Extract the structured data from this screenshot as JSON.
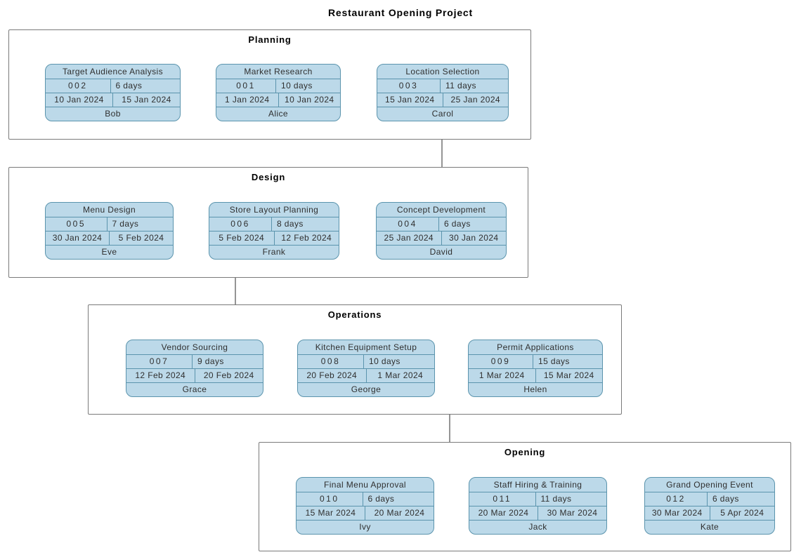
{
  "title": "Restaurant Opening Project",
  "groups": [
    {
      "name": "Planning",
      "tasks": [
        {
          "name": "Target Audience Analysis",
          "id": "002",
          "duration": "6 days",
          "start": "10 Jan 2024",
          "end": "15 Jan 2024",
          "assignee": "Bob"
        },
        {
          "name": "Market Research",
          "id": "001",
          "duration": "10 days",
          "start": "1 Jan 2024",
          "end": "10 Jan 2024",
          "assignee": "Alice"
        },
        {
          "name": "Location Selection",
          "id": "003",
          "duration": "11 days",
          "start": "15 Jan 2024",
          "end": "25 Jan 2024",
          "assignee": "Carol"
        }
      ]
    },
    {
      "name": "Design",
      "tasks": [
        {
          "name": "Menu Design",
          "id": "005",
          "duration": "7 days",
          "start": "30 Jan 2024",
          "end": "5 Feb 2024",
          "assignee": "Eve"
        },
        {
          "name": "Store Layout Planning",
          "id": "006",
          "duration": "8 days",
          "start": "5 Feb 2024",
          "end": "12 Feb 2024",
          "assignee": "Frank"
        },
        {
          "name": "Concept Development",
          "id": "004",
          "duration": "6 days",
          "start": "25 Jan 2024",
          "end": "30 Jan 2024",
          "assignee": "David"
        }
      ]
    },
    {
      "name": "Operations",
      "tasks": [
        {
          "name": "Vendor Sourcing",
          "id": "007",
          "duration": "9 days",
          "start": "12 Feb 2024",
          "end": "20 Feb 2024",
          "assignee": "Grace"
        },
        {
          "name": "Kitchen Equipment Setup",
          "id": "008",
          "duration": "10 days",
          "start": "20 Feb 2024",
          "end": "1 Mar 2024",
          "assignee": "George"
        },
        {
          "name": "Permit Applications",
          "id": "009",
          "duration": "15 days",
          "start": "1 Mar 2024",
          "end": "15 Mar 2024",
          "assignee": "Helen"
        }
      ]
    },
    {
      "name": "Opening",
      "tasks": [
        {
          "name": "Final Menu Approval",
          "id": "010",
          "duration": "6 days",
          "start": "15 Mar 2024",
          "end": "20 Mar 2024",
          "assignee": "Ivy"
        },
        {
          "name": "Staff Hiring & Training",
          "id": "011",
          "duration": "11 days",
          "start": "20 Mar 2024",
          "end": "30 Mar 2024",
          "assignee": "Jack"
        },
        {
          "name": "Grand Opening Event",
          "id": "012",
          "duration": "6 days",
          "start": "30 Mar 2024",
          "end": "5 Apr 2024",
          "assignee": "Kate"
        }
      ]
    }
  ],
  "edges": [
    {
      "from": "Location Selection",
      "to": "Concept Development"
    },
    {
      "from": "Menu Design",
      "to": "Store Layout Planning"
    },
    {
      "from": "Store Layout Planning",
      "to": "Vendor Sourcing"
    },
    {
      "from": "Vendor Sourcing",
      "to": "Kitchen Equipment Setup"
    },
    {
      "from": "Kitchen Equipment Setup",
      "to": "Permit Applications"
    },
    {
      "from": "Permit Applications",
      "to": "Final Menu Approval"
    },
    {
      "from": "Final Menu Approval",
      "to": "Staff Hiring & Training"
    },
    {
      "from": "Staff Hiring & Training",
      "to": "Grand Opening Event"
    }
  ],
  "colors": {
    "card_fill": "#bcd9e9",
    "card_border": "#5b94ad",
    "group_border": "#7a7a7a",
    "arrow": "#2b2b2b",
    "background": "#ffffff"
  }
}
